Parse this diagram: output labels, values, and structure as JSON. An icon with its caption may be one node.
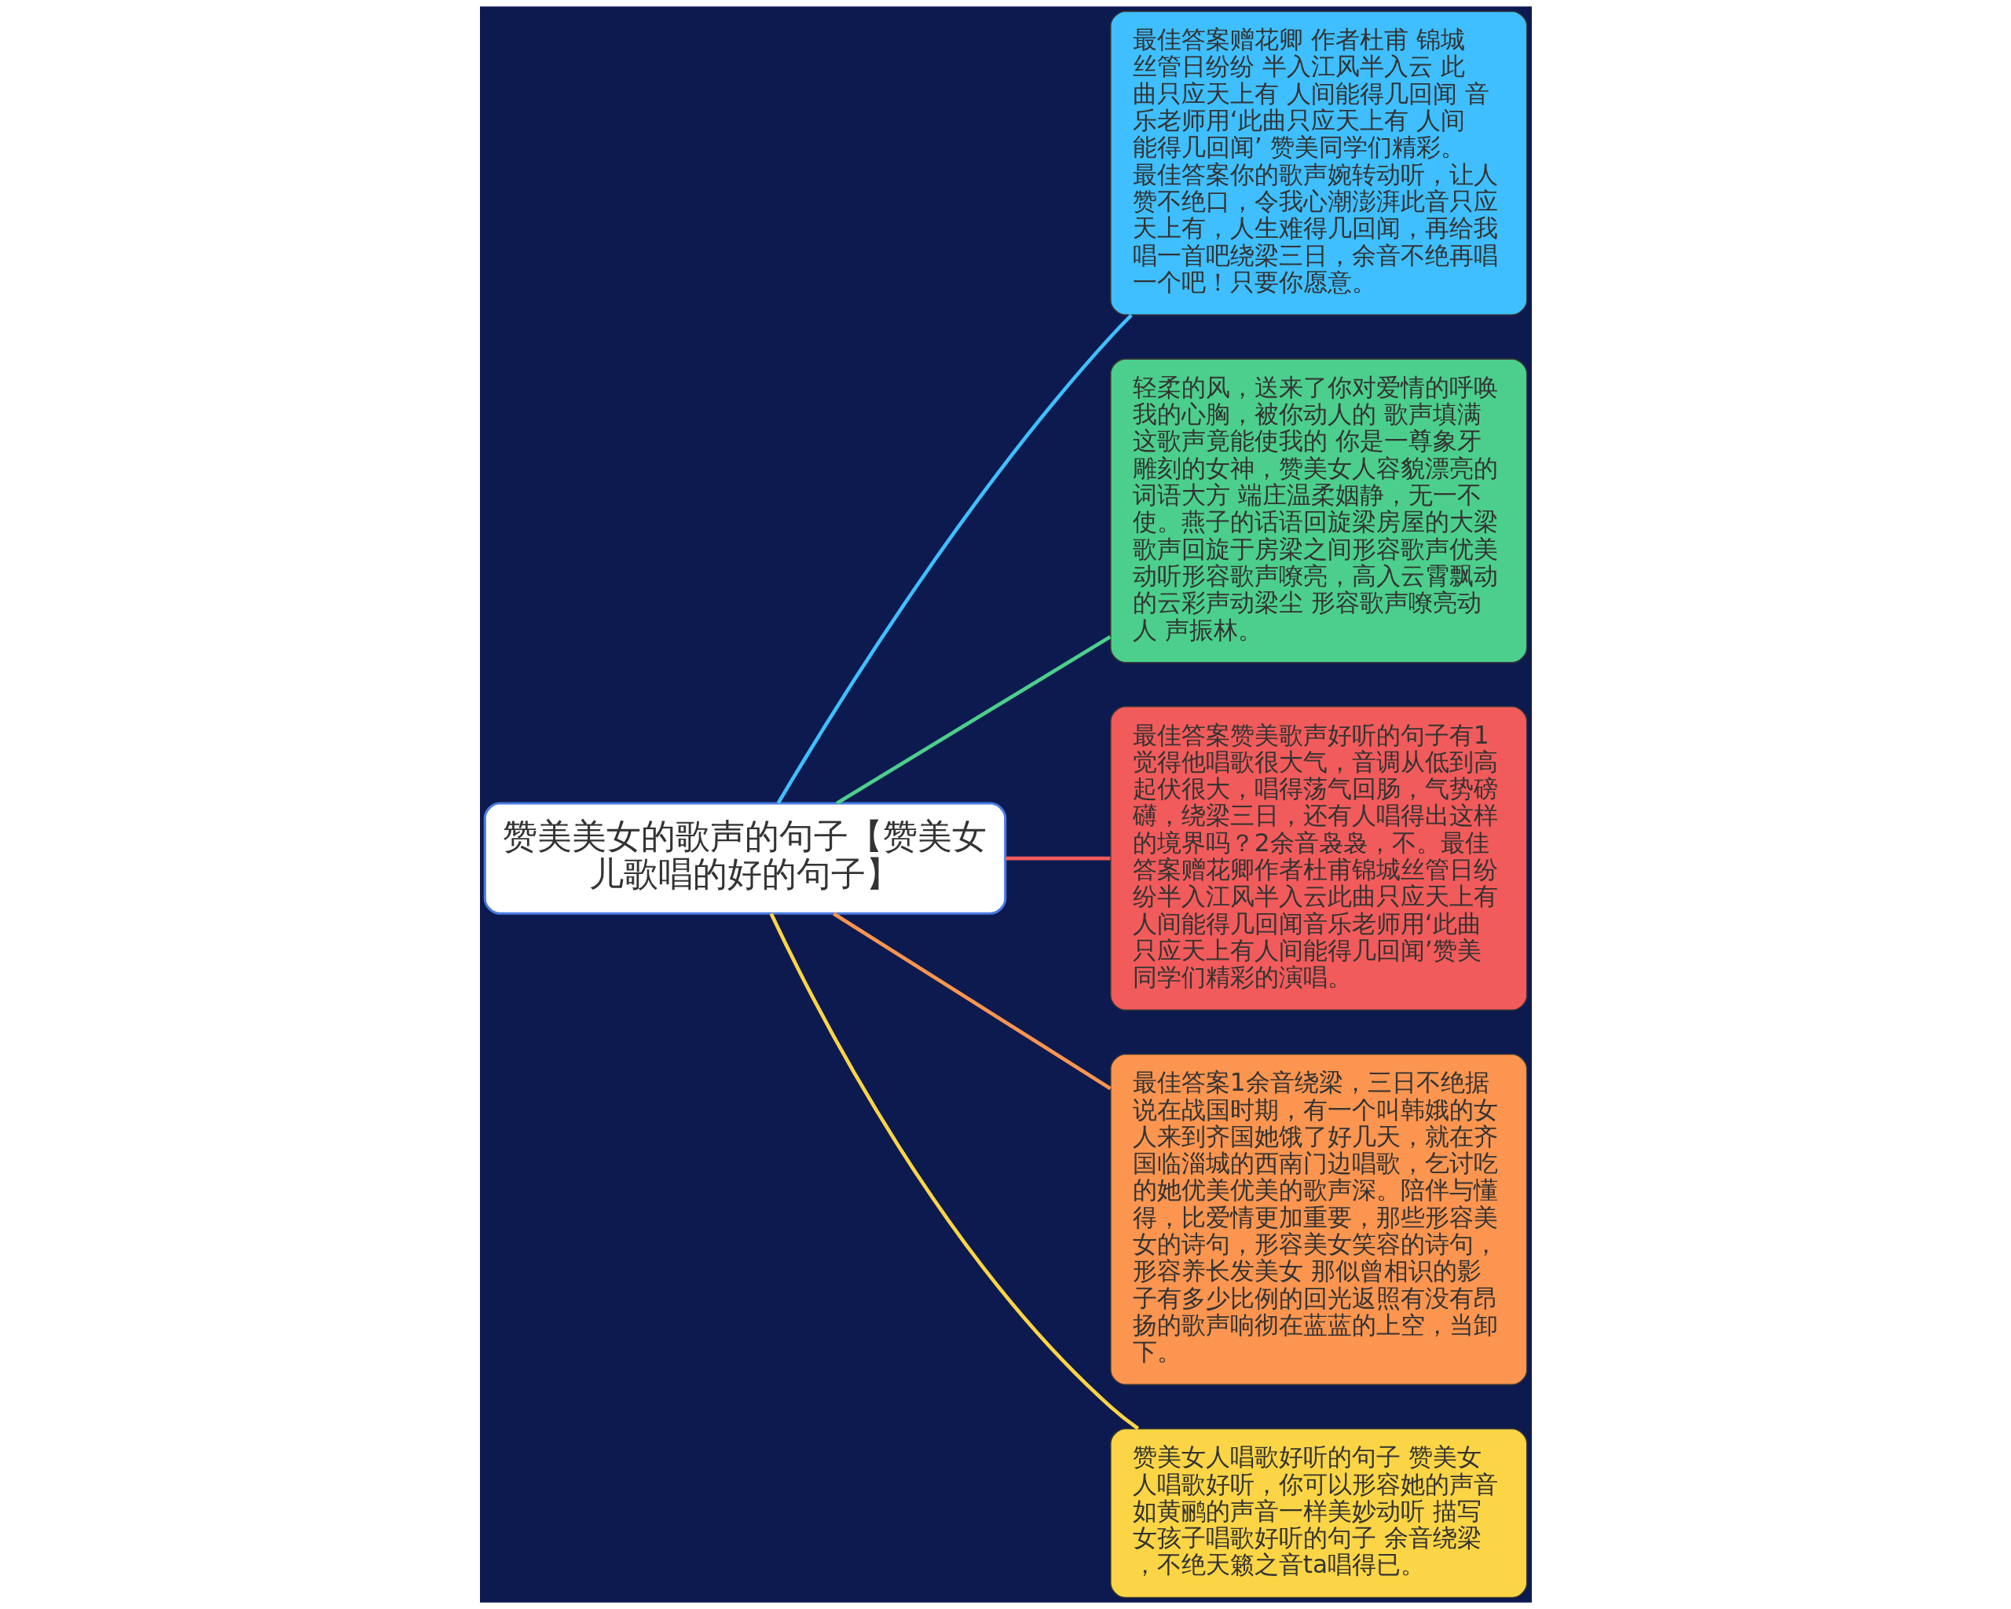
{
  "diagram": {
    "nodes": [
      {
        "text": [
          "赞美美女的歌声的句子【赞美女儿歌唱的好的句子】"
        ]
      },
      {
        "text": [
          "最佳答案赠花卿 作者杜甫 锦城丝管日纷纷 半入江风半入云 此曲只应天上有 人间能得几回闻 音乐老师用‘此曲只应天上有 人间能得几回闻’ 赞美同学们精彩。最佳答案你的歌声婉转动听，让人赞不绝口，令我心潮澎湃此音只应天上有，人生难得几回闻，再给我唱一首吧绕梁三日，余音不绝再唱一个吧！只要你愿意。"
        ]
      },
      {
        "text": [
          "轻柔的风，送来了你对爱情的呼唤我的心胸，被你动人的 歌声填满这歌声竟能使我的 你是一尊象牙雕刻的女神，赞美女人容貌漂亮的词语大方 端庄温柔姻静，无一不使。燕子的话语回旋梁房屋的大梁歌声回旋于房梁之间形容歌声优美动听形容歌声嘹亮，高入云霄飘动的云彩声动梁尘 形容歌声嘹亮动人 声振林。"
        ]
      },
      {
        "text": [
          "最佳答案赞美歌声好听的句子有1觉得他唱歌很大气，音调从低到高起伏很大，唱得荡气回肠，气势磅礴，绕梁三日，还有人唱得出这样的境界吗？2余音袅袅，不。最佳答案赠花卿作者杜甫锦城丝管日纷纷半入江风半入云此曲只应天上有人间能得几回闻音乐老师用‘此曲只应天上有人间能得几回闻’赞美同学们精彩的演唱。"
        ]
      },
      {
        "text": [
          "最佳答案1余音绕梁，三日不绝据说在战国时期，有一个叫韩娥的女人来到齐国她饿了好几天，就在齐国临淄城的西南门边唱歌，乞讨吃的她优美优美的歌声深。陪伴与懂得，比爱情更加重要，那些形容美女的诗句，形容美女笑容的诗句，形容养长发美女 那似曾相识的影子有多少比例的回光返照有没有昂扬的歌声响彻在蓝蓝的上空，当卸下。"
        ]
      },
      {
        "text": [
          "赞美女人唱歌好听的句子 赞美女人唱歌好听，你可以形容她的声音如黄鹂的声音一样美妙动听 描写女孩子唱歌好听的句子 余音绕梁，不绝天籁之音ta唱得已。"
        ]
      }
    ],
    "edges": [
      {
        "from": 0,
        "to": 1,
        "arrow": "none",
        "color": "#3fbfff"
      },
      {
        "from": 0,
        "to": 2,
        "arrow": "none",
        "color": "#4ccf8c"
      },
      {
        "from": 0,
        "to": 3,
        "arrow": "none",
        "color": "#f25b5b"
      },
      {
        "from": 0,
        "to": 4,
        "arrow": "none",
        "color": "#fb9550"
      },
      {
        "from": 0,
        "to": 5,
        "arrow": "none",
        "color": "#fbd545"
      }
    ]
  }
}
